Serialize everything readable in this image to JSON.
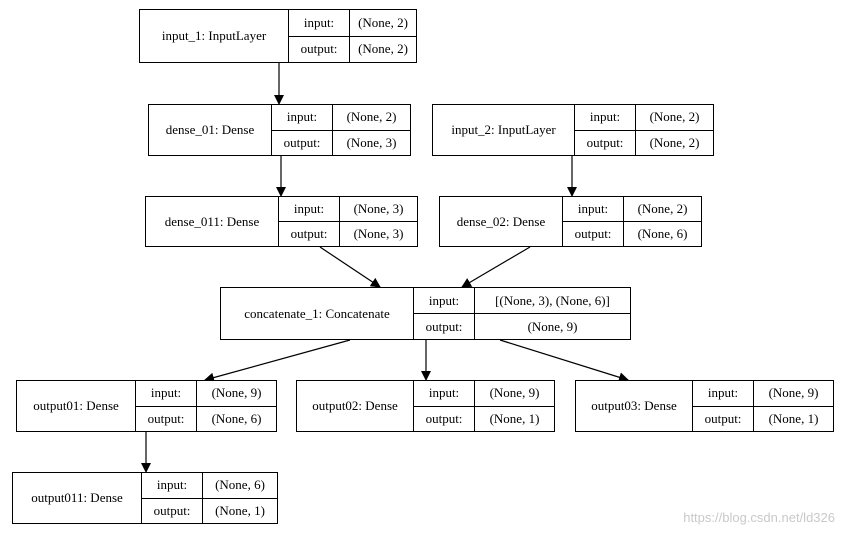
{
  "nodes": {
    "input_1": {
      "name": "input_1: InputLayer",
      "rows": [
        {
          "label": "input:",
          "value": "(None, 2)"
        },
        {
          "label": "output:",
          "value": "(None, 2)"
        }
      ]
    },
    "dense_01": {
      "name": "dense_01: Dense",
      "rows": [
        {
          "label": "input:",
          "value": "(None, 2)"
        },
        {
          "label": "output:",
          "value": "(None, 3)"
        }
      ]
    },
    "input_2": {
      "name": "input_2: InputLayer",
      "rows": [
        {
          "label": "input:",
          "value": "(None, 2)"
        },
        {
          "label": "output:",
          "value": "(None, 2)"
        }
      ]
    },
    "dense_011": {
      "name": "dense_011: Dense",
      "rows": [
        {
          "label": "input:",
          "value": "(None, 3)"
        },
        {
          "label": "output:",
          "value": "(None, 3)"
        }
      ]
    },
    "dense_02": {
      "name": "dense_02: Dense",
      "rows": [
        {
          "label": "input:",
          "value": "(None, 2)"
        },
        {
          "label": "output:",
          "value": "(None, 6)"
        }
      ]
    },
    "concatenate_1": {
      "name": "concatenate_1: Concatenate",
      "rows": [
        {
          "label": "input:",
          "value": "[(None, 3), (None, 6)]"
        },
        {
          "label": "output:",
          "value": "(None, 9)"
        }
      ]
    },
    "output01": {
      "name": "output01: Dense",
      "rows": [
        {
          "label": "input:",
          "value": "(None, 9)"
        },
        {
          "label": "output:",
          "value": "(None, 6)"
        }
      ]
    },
    "output02": {
      "name": "output02: Dense",
      "rows": [
        {
          "label": "input:",
          "value": "(None, 9)"
        },
        {
          "label": "output:",
          "value": "(None, 1)"
        }
      ]
    },
    "output03": {
      "name": "output03: Dense",
      "rows": [
        {
          "label": "input:",
          "value": "(None, 9)"
        },
        {
          "label": "output:",
          "value": "(None, 1)"
        }
      ]
    },
    "output011": {
      "name": "output011: Dense",
      "rows": [
        {
          "label": "input:",
          "value": "(None, 6)"
        },
        {
          "label": "output:",
          "value": "(None, 1)"
        }
      ]
    }
  },
  "edges": [
    {
      "from": "input_1",
      "to": "dense_01"
    },
    {
      "from": "dense_01",
      "to": "dense_011"
    },
    {
      "from": "input_2",
      "to": "dense_02"
    },
    {
      "from": "dense_011",
      "to": "concatenate_1"
    },
    {
      "from": "dense_02",
      "to": "concatenate_1"
    },
    {
      "from": "concatenate_1",
      "to": "output01"
    },
    {
      "from": "concatenate_1",
      "to": "output02"
    },
    {
      "from": "concatenate_1",
      "to": "output03"
    },
    {
      "from": "output01",
      "to": "output011"
    }
  ],
  "watermark": "https://blog.csdn.net/ld326",
  "colors": {
    "stroke": "#000000",
    "background": "#ffffff",
    "watermark": "#c9c9c9"
  }
}
